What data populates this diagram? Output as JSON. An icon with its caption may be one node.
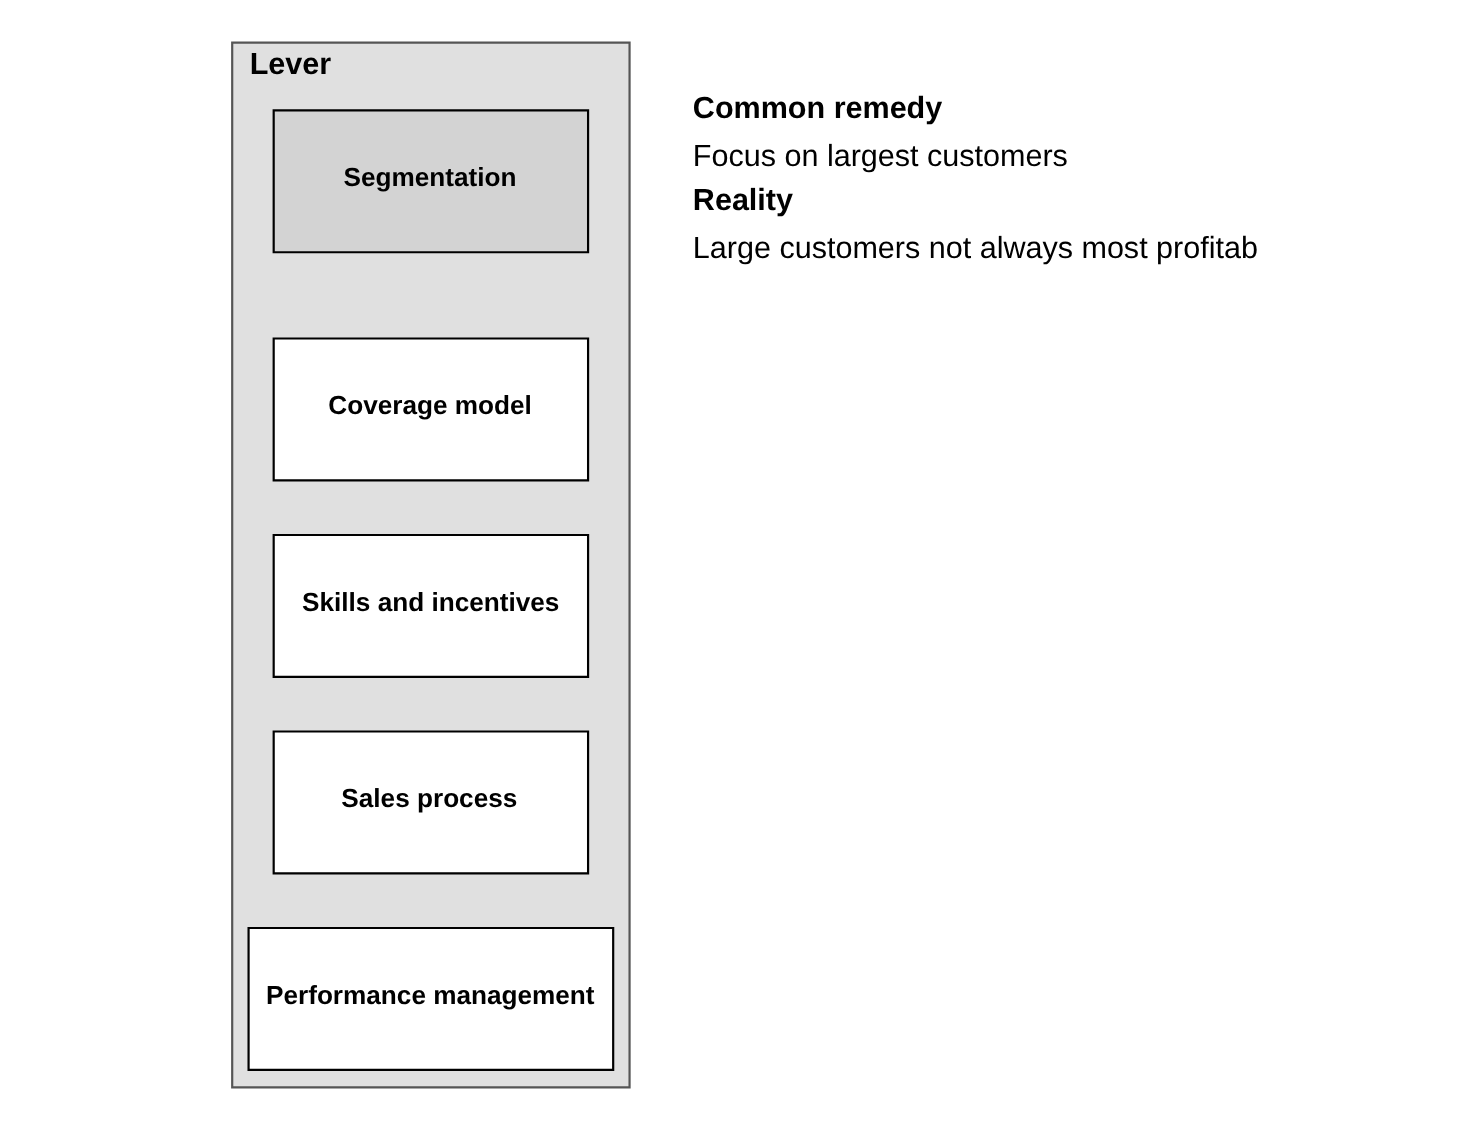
{
  "diagram": {
    "nodes": [
      {
        "text": [
          "Lever"
        ]
      },
      {
        "text": [
          "Segmentation"
        ],
        "in": 0
      },
      {
        "text": [
          "Coverage model"
        ],
        "in": 0
      },
      {
        "text": [
          "Skills and incentives"
        ],
        "in": 0
      },
      {
        "text": [
          "Sales process"
        ],
        "in": 0
      },
      {
        "text": [
          "Performance management"
        ],
        "in": 0
      }
    ],
    "edges": [],
    "labels": [
      "Common remedy",
      "Focus on largest customers",
      "Reality",
      "Large customers not always most profitab"
    ]
  }
}
